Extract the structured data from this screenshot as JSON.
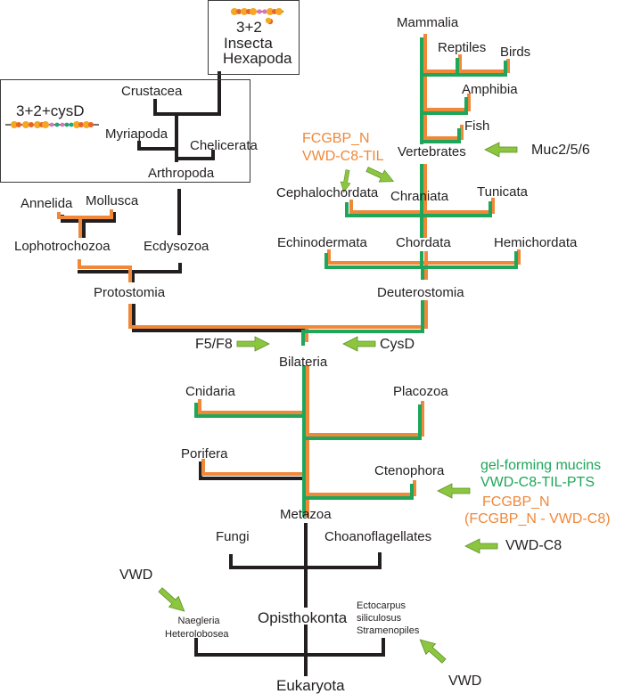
{
  "colors": {
    "black_lineage": "#231f20",
    "orange_lineage": "#f0883a",
    "green_lineage": "#1fa65a",
    "arrow_fill": "#8cc63f",
    "arrow_stroke": "#5e8f2a",
    "domain_orange": "#f5a623",
    "domain_red": "#e8632b",
    "domain_pink": "#d47ab8",
    "domain_teal": "#1fa67a"
  },
  "insets": {
    "insecta": {
      "domain_label": "3+2",
      "taxon1": "Insecta",
      "taxon2": "Hexapoda"
    },
    "crustacea": {
      "domain_label": "3+2+cysD"
    }
  },
  "taxa": {
    "crustacea": "Crustacea",
    "myriapoda": "Myriapoda",
    "chelicerata": "Chelicerata",
    "arthropoda": "Arthropoda",
    "annelida": "Annelida",
    "mollusca": "Mollusca",
    "lophotrochozoa": "Lophotrochozoa",
    "ecdysozoa": "Ecdysozoa",
    "protostomia": "Protostomia",
    "mammalia": "Mammalia",
    "reptiles": "Reptiles",
    "birds": "Birds",
    "amphibia": "Amphibia",
    "fish": "Fish",
    "vertebrates": "Vertebrates",
    "cephalochordata": "Cephalochordata",
    "chraniata": "Chraniata",
    "tunicata": "Tunicata",
    "echinodermata": "Echinodermata",
    "chordata": "Chordata",
    "hemichordata": "Hemichordata",
    "deuterostomia": "Deuterostomia",
    "bilateria": "Bilateria",
    "cnidaria": "Cnidaria",
    "placozoa": "Placozoa",
    "porifera": "Porifera",
    "ctenophora": "Ctenophora",
    "metazoa": "Metazoa",
    "fungi": "Fungi",
    "choanoflagellates": "Choanoflagellates",
    "naegleria": "Naegleria",
    "heterolobosea": "Heterolobosea",
    "opisthokonta": "Opisthokonta",
    "ectocarpus": "Ectocarpus",
    "siliculosus": "siliculosus",
    "stramenopiles": "Stramenopiles",
    "eukaryota": "Eukaryota"
  },
  "annotations": {
    "fcgbp_chordata_1": "FCGBP_N",
    "fcgbp_chordata_2": "VWD-C8-TIL",
    "muc": "Muc2/5/6",
    "f5f8": "F5/F8",
    "cysd": "CysD",
    "gel_forming_1": "gel-forming mucins",
    "gel_forming_2": "VWD-C8-TIL-PTS",
    "fcgbp_cteno_1": "FCGBP_N",
    "fcgbp_cteno_2": "(FCGBP_N - VWD-C8)",
    "vwd_c8": "VWD-C8",
    "vwd_left": "VWD",
    "vwd_right": "VWD"
  }
}
